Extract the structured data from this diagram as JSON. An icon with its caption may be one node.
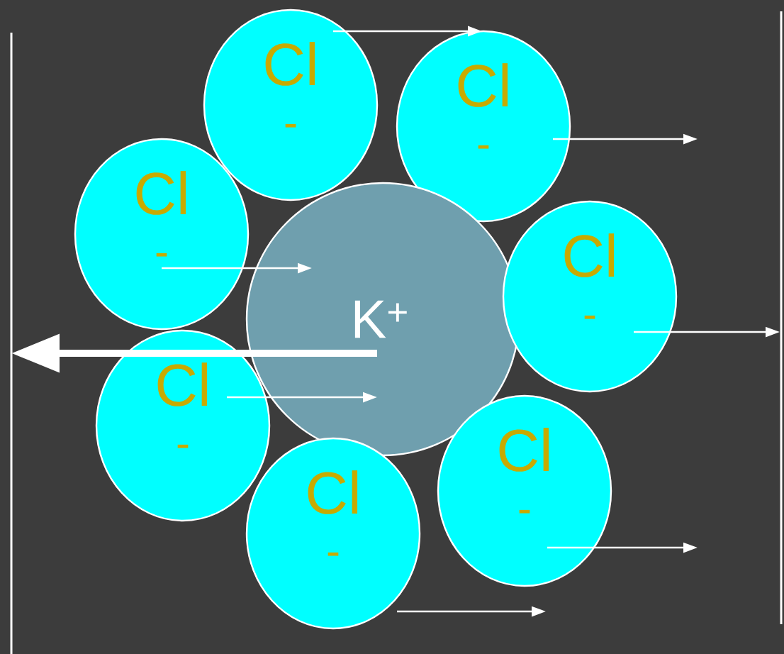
{
  "diagram": {
    "nodes": [
      {
        "text": [
          "Cl",
          "-"
        ]
      },
      {
        "text": [
          "Cl",
          "-"
        ]
      },
      {
        "text": [
          "Cl",
          "-"
        ]
      },
      {
        "text": [
          "K$^{+}$"
        ]
      },
      {
        "text": [
          "Cl",
          "-"
        ]
      },
      {
        "text": [
          "Cl",
          "-"
        ]
      },
      {
        "text": [
          "Cl",
          "-"
        ]
      },
      {
        "text": [
          "Cl",
          "-"
        ]
      }
    ],
    "edges": [
      {
        "from": 0,
        "to": 1,
        "arrow": "to"
      },
      {
        "from": 2,
        "to": 3,
        "arrow": "to"
      },
      {
        "from": 5,
        "to": 3,
        "arrow": "to"
      }
    ]
  }
}
